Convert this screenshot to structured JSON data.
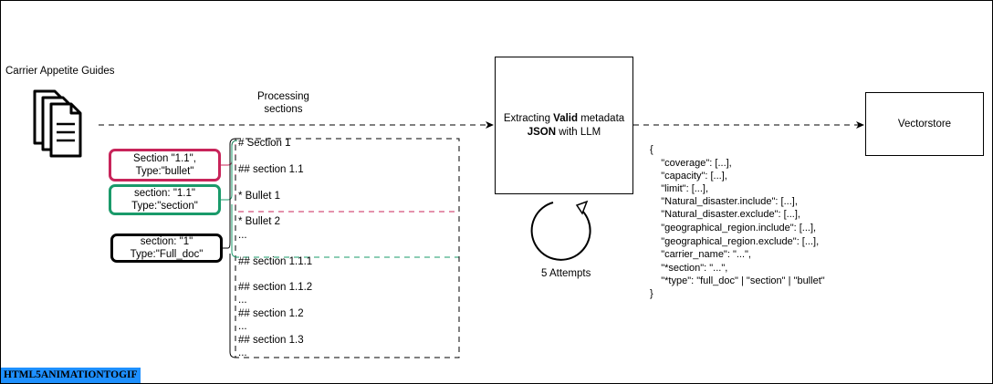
{
  "source_label": "Carrier Appetite Guides",
  "processing_label": "Processing\nsections",
  "llm_box": {
    "text_before": "Extracting ",
    "bold1": "Valid",
    "text_mid": " metadata",
    "bold2": "JSON",
    "text_after": " with LLM"
  },
  "attempts_label": "5 Attempts",
  "vectorstore_label": "Vectorstore",
  "section_boxes": [
    {
      "line1": "Section \"1.1\",",
      "line2": "Type:\"bullet\"",
      "color": "#c8245a"
    },
    {
      "line1": "section: \"1.1\"",
      "line2": "Type:\"section\"",
      "color": "#1a9a6a"
    },
    {
      "line1": "section: \"1\"",
      "line2": "Type:\"Full_doc\"",
      "color": "#000000"
    }
  ],
  "doc_lines": [
    "# Section 1",
    "## section 1.1",
    "* Bullet 1",
    "* Bullet 2",
    "...",
    "## section 1.1.1",
    "## section 1.1.2",
    "...",
    "## section 1.2",
    "...",
    "## section 1.3",
    "..."
  ],
  "json_lines": [
    "{",
    "    \"coverage\": [...],",
    "    \"capacity\": [...],",
    "    \"limit\": [...],",
    "    \"Natural_disaster.include\": [...],",
    "    \"Natural_disaster.exclude\": [...],",
    "    \"geographical_region.include\": [...],",
    "    \"geographical_region.exclude\": [...],",
    "    \"carrier_name\": \"...\",",
    "    \"*section\": \"...\",",
    "    \"*type\": \"full_doc\" | \"section\" | \"bullet\"",
    "}"
  ],
  "watermark": "HTML5ANIMATIONTOGIF",
  "colors": {
    "bullet": "#c8245a",
    "section": "#1a9a6a",
    "full_doc": "#000000",
    "watermark_bg": "#1e90ff"
  },
  "icons": {
    "document_stack": "document-stack-icon",
    "retry": "retry-cycle-icon"
  }
}
